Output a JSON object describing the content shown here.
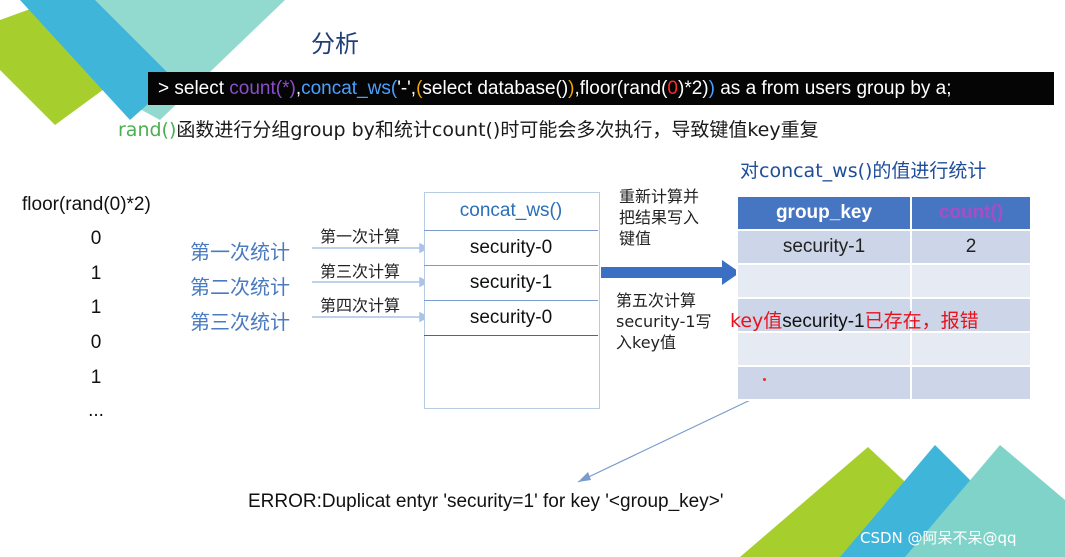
{
  "title": "分析",
  "sql": {
    "prefix": "> select ",
    "count_fn": "count(*)",
    "comma1": ",",
    "concat_fn": "concat_ws(",
    "sep": "'-',",
    "paren_open": "(",
    "select_db": "select database()",
    "paren_close": ")",
    "comma2": ",floor(rand(",
    "zero": "0",
    "rest1": ")*2)",
    "close_concat": ")",
    "tail": " as a from users group by a;"
  },
  "note": {
    "rand": "rand()",
    "text": "函数进行分组group by和统计count()时可能会多次执行，导致键值key重复"
  },
  "floor": {
    "label": "floor(rand(0)*2)",
    "values": [
      "0",
      "1",
      "1",
      "0",
      "1",
      "..."
    ]
  },
  "stats": [
    "第一次统计",
    "第二次统计",
    "第三次统计"
  ],
  "calcs": [
    "第一次计算",
    "第三次计算",
    "第四次计算"
  ],
  "concat_box": {
    "header": "concat_ws()",
    "cells": [
      "security-0",
      "security-1",
      "security-0"
    ]
  },
  "mid": {
    "top_lines": [
      "重新计算并",
      "把结果写入",
      "键值"
    ],
    "bottom_lines": [
      "第五次计算",
      "security-1写",
      "入key值"
    ]
  },
  "table": {
    "title": "对concat_ws()的值进行统计",
    "headers": [
      "group_key",
      "count()"
    ],
    "rows": [
      [
        "security-1",
        "2"
      ],
      [
        "",
        ""
      ],
      [
        "",
        ""
      ],
      [
        "",
        ""
      ],
      [
        "",
        ""
      ]
    ]
  },
  "overlay": {
    "key": "key值",
    "mid": "security-1",
    "tail": "已存在，报错"
  },
  "error": "ERROR:Duplicat entyr 'security=1' for key '<group_key>'",
  "watermark": "CSDN @阿呆不呆@qq",
  "colors": {
    "dark_blue": "#1f3f7a",
    "accent_blue": "#4675c1",
    "red": "#e8111a",
    "green": "#4caf50",
    "purple": "#8a4fc8"
  }
}
